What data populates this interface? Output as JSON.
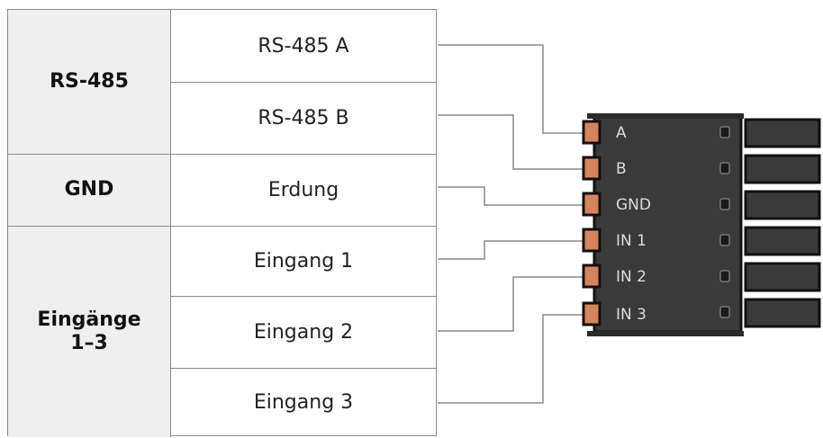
{
  "groups": {
    "rs485": "RS-485",
    "gnd": "GND",
    "inputs": "Eingänge\n1–3"
  },
  "signals": [
    "RS-485 A",
    "RS-485 B",
    "Erdung",
    "Eingang 1",
    "Eingang 2",
    "Eingang 3"
  ],
  "terminals": [
    "A",
    "B",
    "GND",
    "IN 1",
    "IN 2",
    "IN 3"
  ],
  "colors": {
    "border": "#8a8a8a",
    "group_bg": "#efefef",
    "connector_body": "#3a3a3a",
    "pin": "#d4845e"
  }
}
